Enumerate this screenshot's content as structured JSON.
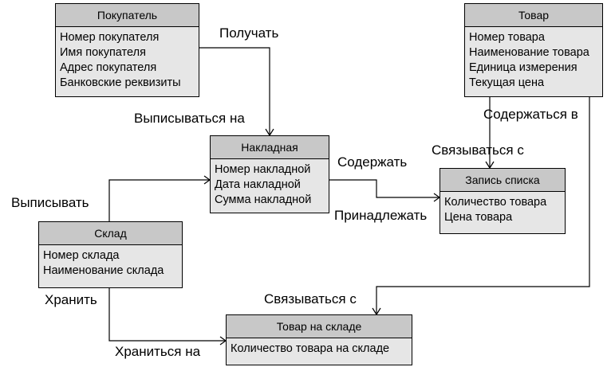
{
  "entities": {
    "pokupatel": {
      "title": "Покупатель",
      "attrs": [
        "Номер покупателя",
        "Имя покупателя",
        "Адрес покупателя",
        "Банковские реквизиты"
      ]
    },
    "tovar": {
      "title": "Товар",
      "attrs": [
        "Номер товара",
        "Наименование товара",
        "Единица измерения",
        "Текущая цена"
      ]
    },
    "nakladnaya": {
      "title": "Накладная",
      "attrs": [
        "Номер накладной",
        "Дата накладной",
        "Сумма накладной"
      ]
    },
    "zapis": {
      "title": "Запись списка",
      "attrs": [
        "Количество товара",
        "Цена товара"
      ]
    },
    "sklad": {
      "title": "Склад",
      "attrs": [
        "Номер склада",
        "Наименование склада"
      ]
    },
    "tovar_na_sklade": {
      "title": "Товар на складе",
      "attrs": [
        "Количество товара на складе"
      ]
    }
  },
  "relations": {
    "poluchat": "Получать",
    "vypisyvatsya_na": "Выписываться на",
    "soderzhatsya_v": "Содержаться в",
    "svyazyvatsya_s_1": "Связываться с",
    "soderzhat": "Содержать",
    "vypisyvat": "Выписывать",
    "prinadlezhat": "Принадлежать",
    "khranit": "Хранить",
    "svyazyvatsya_s_2": "Связываться с",
    "khranitsya_na": "Храниться на"
  }
}
